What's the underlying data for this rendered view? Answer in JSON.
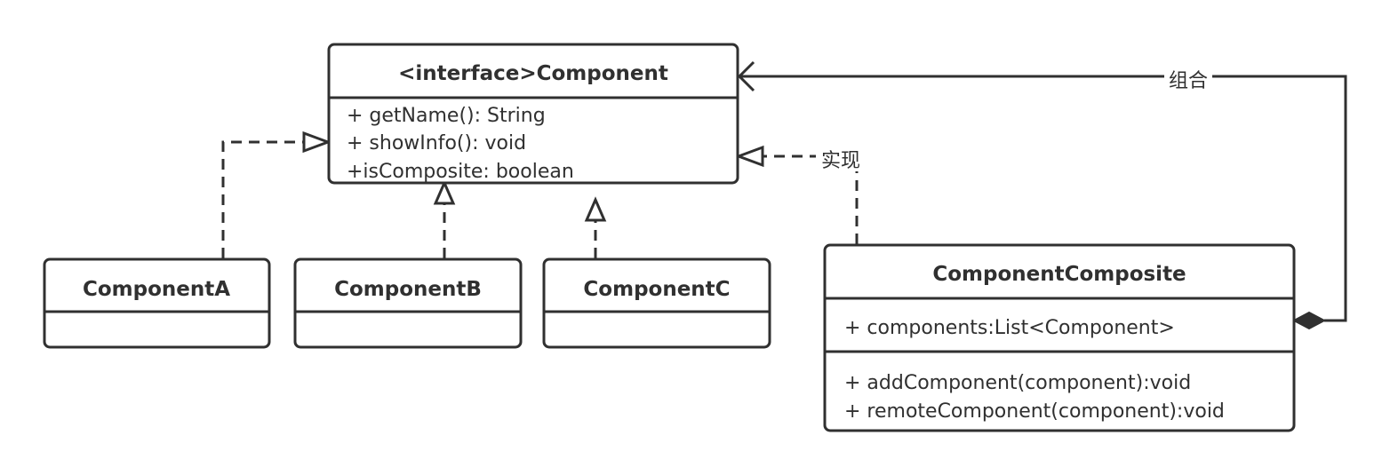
{
  "diagram": {
    "component": {
      "title": "<interface>Component",
      "members": [
        "+ getName(): String",
        "+ showInfo(): void",
        "+isComposite: boolean"
      ]
    },
    "component_a": {
      "title": "ComponentA"
    },
    "component_b": {
      "title": "ComponentB"
    },
    "component_c": {
      "title": "ComponentC"
    },
    "composite": {
      "title": "ComponentComposite",
      "attributes": [
        "+ components:List<Component>"
      ],
      "operations": [
        "+ addComponent(component):void",
        "+ remoteComponent(component):void"
      ]
    },
    "relations": {
      "composition_label": "组合",
      "realization_label": "实现"
    }
  }
}
